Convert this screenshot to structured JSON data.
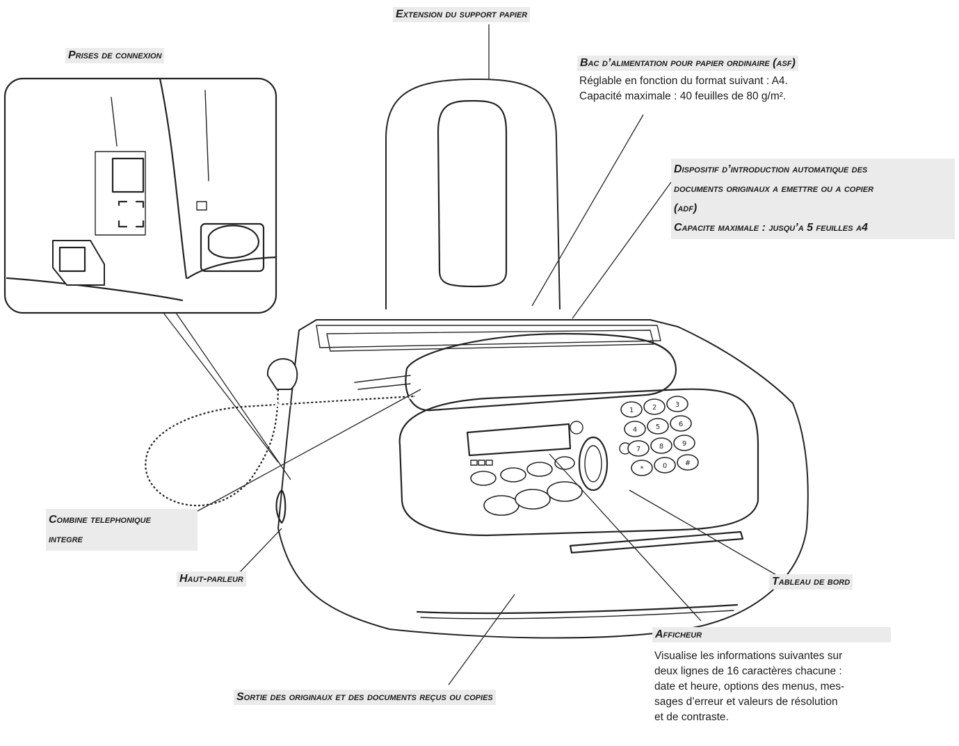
{
  "labels": {
    "extension": "Extension du support papier",
    "prises": "Prises de connexion",
    "bac_title": "Bac d’alimentation pour papier ordinaire (asf)",
    "bac_desc": [
      "Réglable en fonction du format suivant : A4.",
      "Capacité maximale : 40 feuilles de 80 g/m²."
    ],
    "dispositif": [
      "Dispositif d’introduction automatique des",
      "documents originaux a emettre ou a copier",
      "(adf)",
      "Capacite maximale : jusqu’a 5 feuilles a4"
    ],
    "combine": [
      "Combine telephonique",
      "integre"
    ],
    "haut_parleur": "Haut-parleur",
    "tableau": "Tableau de bord",
    "sortie": "Sortie des originaux et des documents reçus ou copies",
    "afficheur_title": "Afficheur",
    "afficheur_desc": [
      "Visualise les informations suivantes sur",
      "deux lignes de 16 caractères chacune :",
      "date et heure, options des menus, mes-",
      "sages d’erreur et valeurs de résolution",
      "et de contraste."
    ]
  },
  "keypad": [
    "1",
    "2",
    "3",
    "4",
    "5",
    "6",
    "7",
    "8",
    "9",
    "*",
    "0",
    "#"
  ],
  "colors": {
    "label_bg": "#ebebeb",
    "ink": "#222222"
  }
}
